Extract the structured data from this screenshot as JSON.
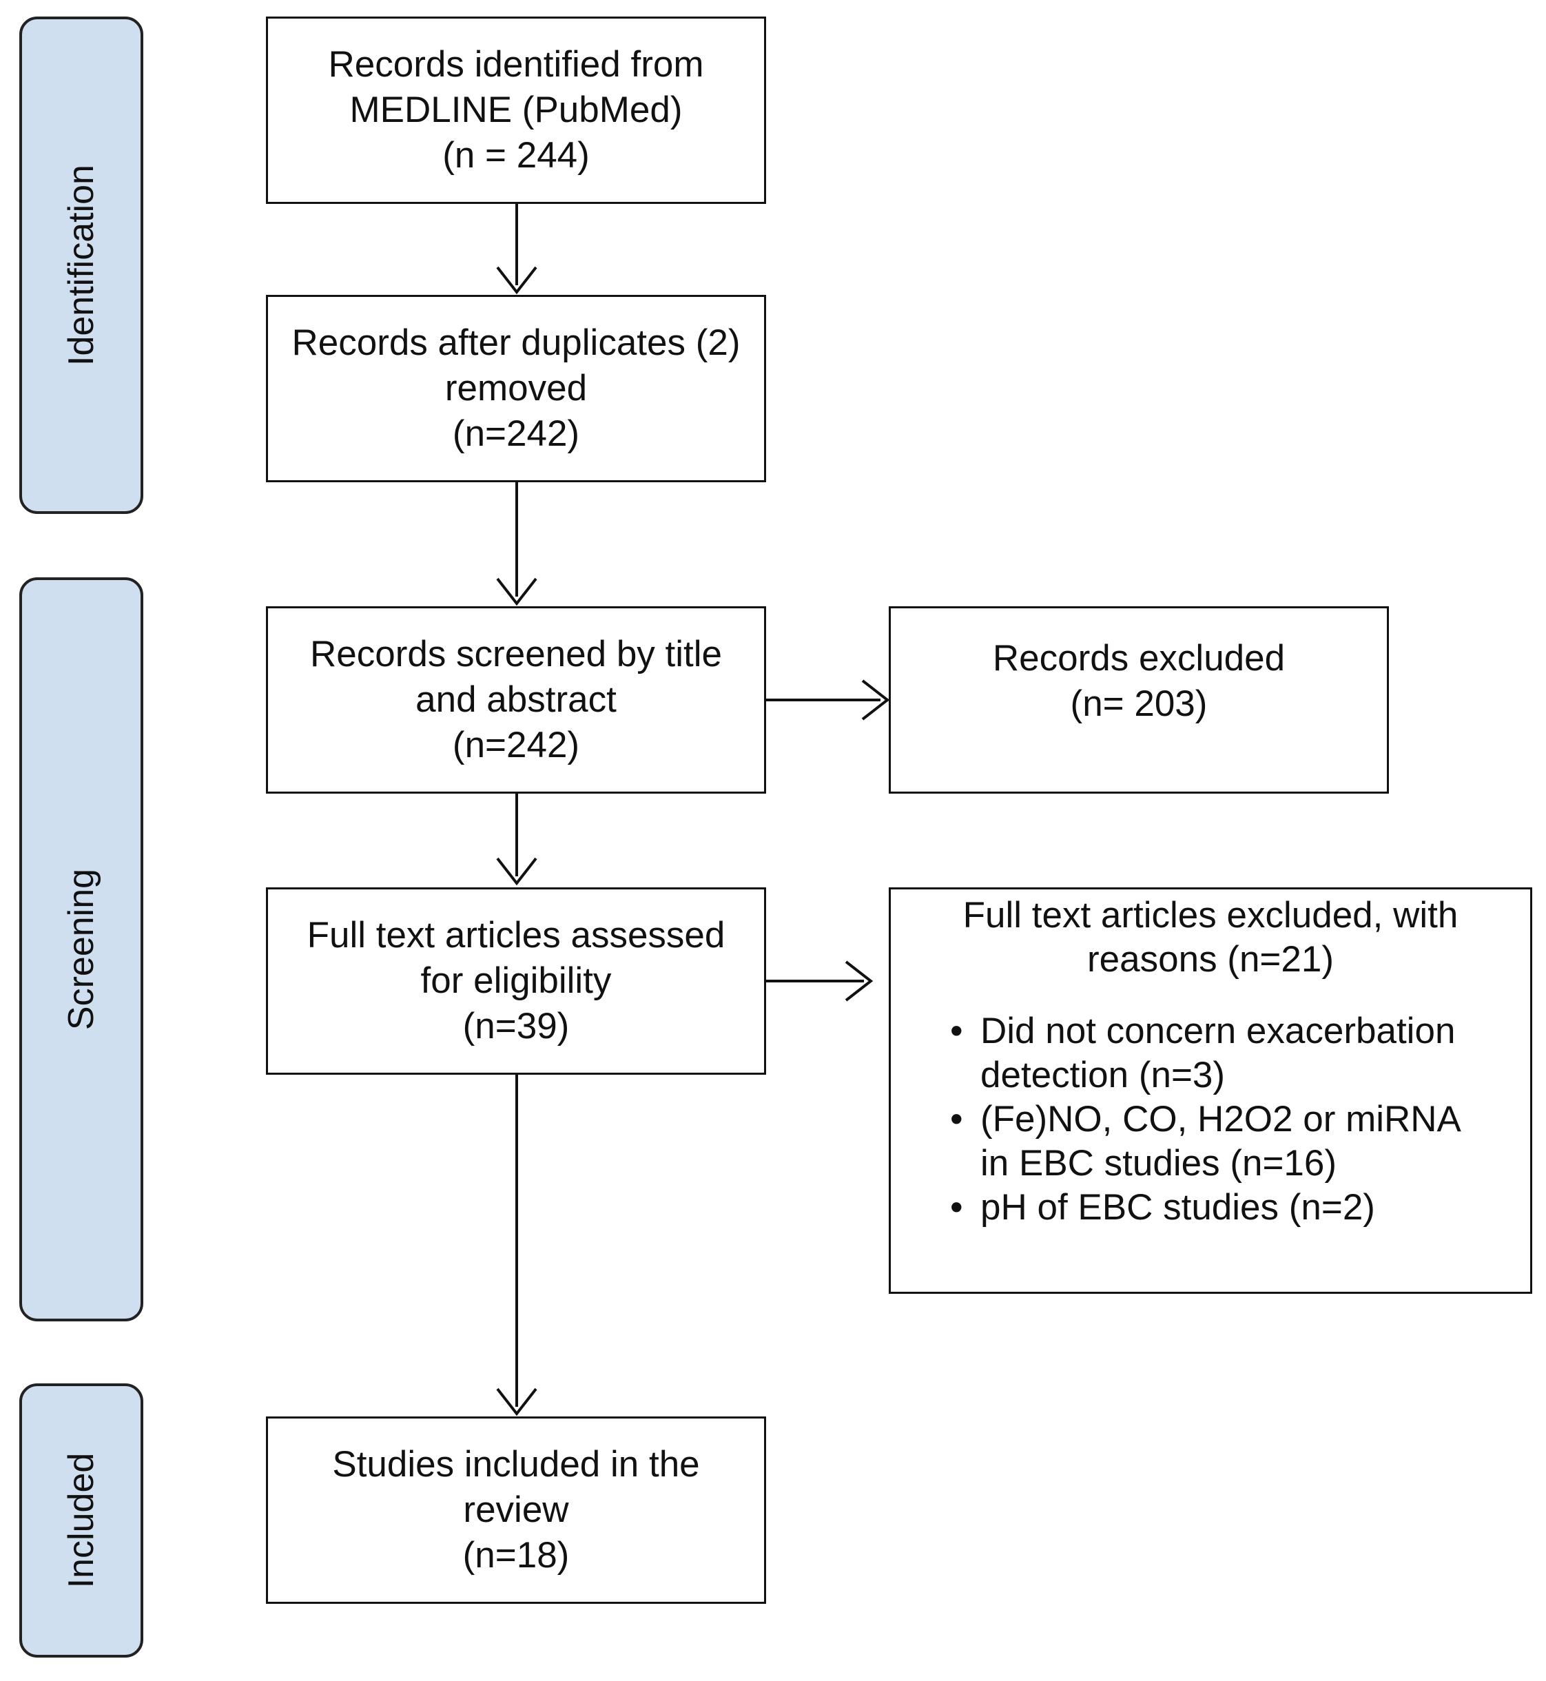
{
  "phases": {
    "identification": "Identification",
    "screening": "Screening",
    "included": "Included"
  },
  "boxes": {
    "identified": {
      "line1": "Records identified from",
      "line2": "MEDLINE (PubMed)",
      "line3": "(n = 244)"
    },
    "after_duplicates": {
      "line1": "Records after duplicates (2)",
      "line2": "removed",
      "line3": "(n=242)"
    },
    "screened": {
      "line1": "Records screened by title",
      "line2": "and abstract",
      "line3": "(n=242)"
    },
    "records_excluded": {
      "line1": "Records excluded",
      "line2": "(n= 203)"
    },
    "full_text_assessed": {
      "line1": "Full text articles assessed",
      "line2": "for eligibility",
      "line3": "(n=39)"
    },
    "full_text_excluded": {
      "line1": "Full text articles excluded, with",
      "line2": "reasons (n=21)",
      "reasons": [
        "Did not concern exacerbation\ndetection (n=3)",
        "(Fe)NO, CO, H2O2 or miRNA\nin EBC studies (n=16)",
        "pH of EBC studies (n=2)"
      ]
    },
    "included": {
      "line1": "Studies included in the",
      "line2": "review",
      "line3": "(n=18)"
    }
  },
  "colors": {
    "phase_fill": "#d0dff0",
    "stroke": "#111111"
  }
}
